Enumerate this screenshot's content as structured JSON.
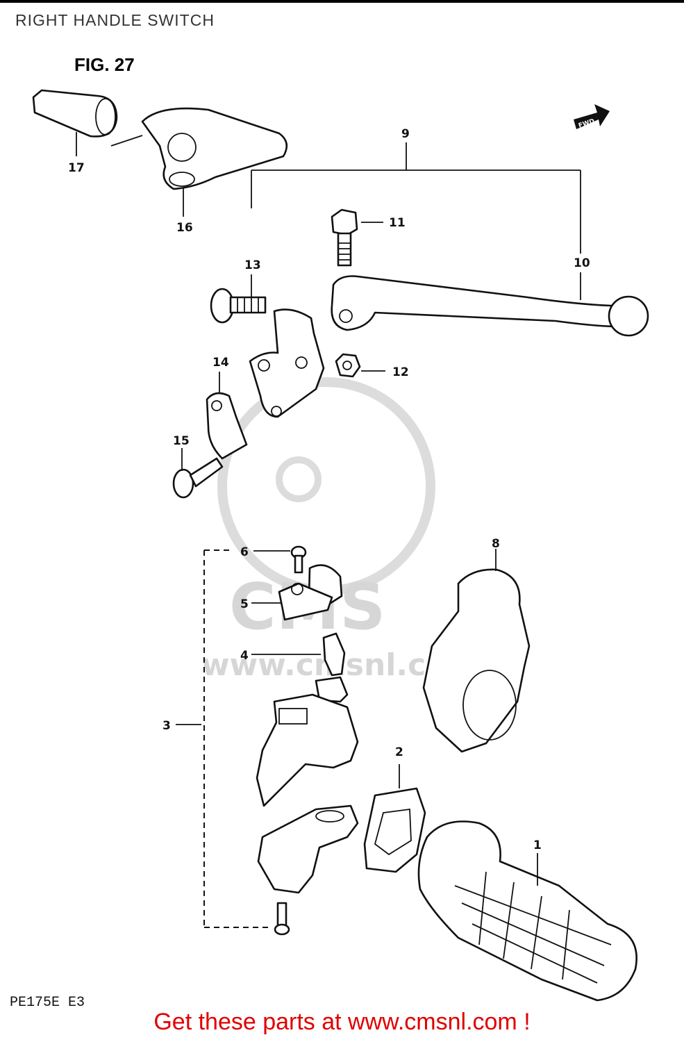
{
  "header": {
    "title": "RIGHT HANDLE SWITCH"
  },
  "figure": {
    "label": "FIG. 27",
    "direction_marker": "FWD"
  },
  "watermark": {
    "text_main": "CMS",
    "text_url": "www.cmsnl.com"
  },
  "callouts": [
    {
      "id": "1",
      "label": "1"
    },
    {
      "id": "2",
      "label": "2"
    },
    {
      "id": "3",
      "label": "3"
    },
    {
      "id": "4",
      "label": "4"
    },
    {
      "id": "5",
      "label": "5"
    },
    {
      "id": "6",
      "label": "6"
    },
    {
      "id": "8",
      "label": "8"
    },
    {
      "id": "9",
      "label": "9"
    },
    {
      "id": "10",
      "label": "10"
    },
    {
      "id": "11",
      "label": "11"
    },
    {
      "id": "12",
      "label": "12"
    },
    {
      "id": "13",
      "label": "13"
    },
    {
      "id": "14",
      "label": "14"
    },
    {
      "id": "15",
      "label": "15"
    },
    {
      "id": "16",
      "label": "16"
    },
    {
      "id": "17",
      "label": "17"
    }
  ],
  "footer": {
    "model_code": "PE175E E3",
    "cta": "Get these parts at www.cmsnl.com !"
  }
}
